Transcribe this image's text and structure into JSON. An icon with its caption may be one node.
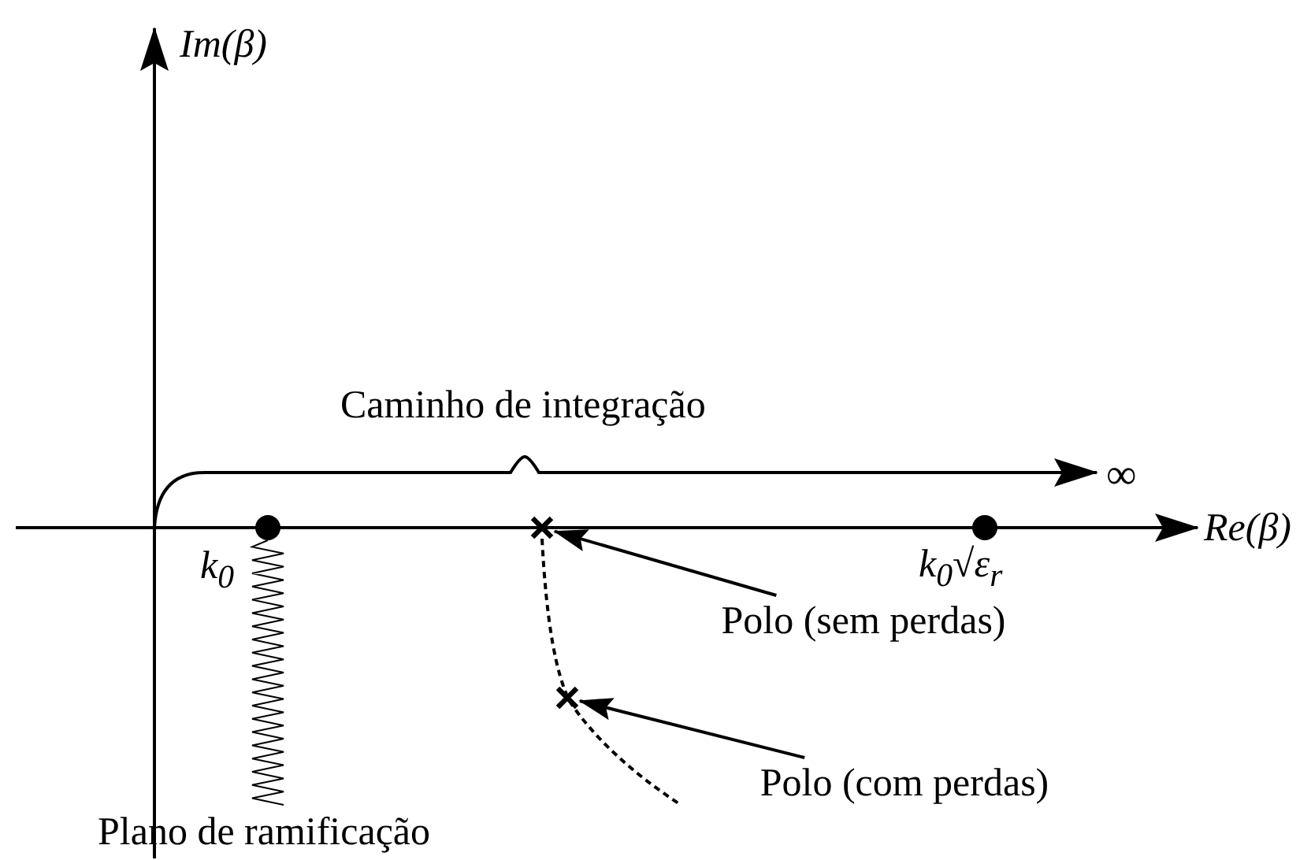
{
  "diagram": {
    "nodes": [
      {
        "text": [
          "Polo (sem perdas)"
        ]
      },
      {
        "text": [
          "Polo (com perdas)"
        ]
      },
      {
        "text": [],
        "shape": "cross"
      },
      {
        "text": [],
        "shape": "cross"
      }
    ],
    "edges": [
      {
        "from": 0,
        "to": 2,
        "arrow": "to"
      },
      {
        "from": 1,
        "to": 3,
        "arrow": "to"
      }
    ],
    "labels": [
      "Im(β)",
      "Caminho de integração",
      "∞",
      "Re(β)",
      "k$_{0}$",
      "k$_{0}$√ε$_{r}$",
      "Plano de ramificação"
    ]
  }
}
